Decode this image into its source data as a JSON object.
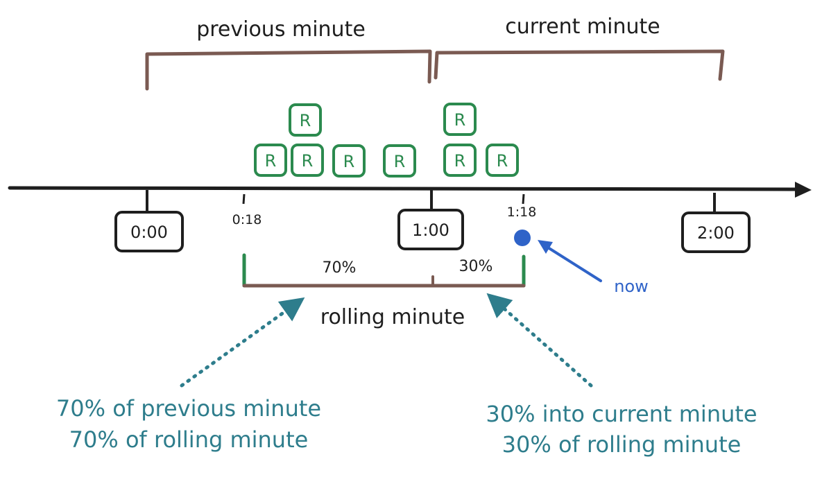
{
  "labels": {
    "previous_minute": "previous minute",
    "current_minute": "current minute",
    "rolling_minute": "rolling minute",
    "now": "now",
    "pct_previous": "70%",
    "pct_current": "30%"
  },
  "timeline": {
    "boxed_ticks": [
      "0:00",
      "1:00",
      "2:00"
    ],
    "small_ticks": [
      "0:18",
      "1:18"
    ]
  },
  "request_icon_letter": "R",
  "annotations": {
    "left_line1": "70% of previous minute",
    "left_line2": "70% of rolling minute",
    "right_line1": "30% into current minute",
    "right_line2": "30% of rolling minute"
  },
  "colors": {
    "axis": "#1e1e1e",
    "bracket": "#7a5a52",
    "request": "#2b8a4e",
    "rolling_marker": "#2b8a4e",
    "now": "#2f63c8",
    "annotation": "#2e7d8c"
  }
}
